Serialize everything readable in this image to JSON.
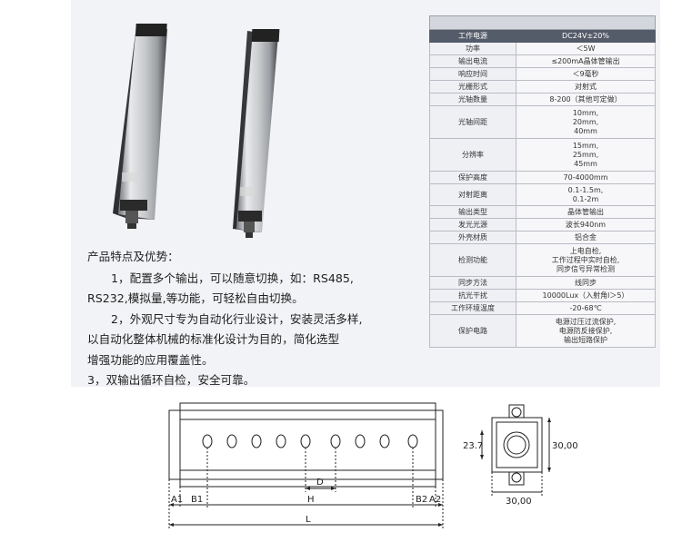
{
  "features": {
    "title": "产品特点及优势：",
    "lines": [
      "1，配置多个输出，可以随意切换，如：RS485,",
      "RS232,模拟量,等功能，可轻松自由切换。",
      "2，外观尺寸专为自动化行业设计，安装灵活多样,",
      "以自动化整体机械的标准化设计为目的，简化选型",
      "增强功能的应用覆盖性。",
      "3，双输出循环自检，安全可靠。"
    ]
  },
  "spec_table": [
    {
      "key": "工作电源",
      "value": "DC24V±20%",
      "style": "dark"
    },
    {
      "key": "功率",
      "value": "＜5W"
    },
    {
      "key": "输出电流",
      "value": "≤200mA晶体管输出"
    },
    {
      "key": "响应时间",
      "value": "＜9毫秒"
    },
    {
      "key": "光栅形式",
      "value": "对射式"
    },
    {
      "key": "光轴数量",
      "value": "8-200（其他可定做）"
    },
    {
      "key": "光轴间距",
      "value": "10mm,\n20mm,\n40mm"
    },
    {
      "key": "分辨率",
      "value": "15mm,\n25mm,\n45mm"
    },
    {
      "key": "保护高度",
      "value": "70-4000mm"
    },
    {
      "key": "对射距离",
      "value": "0.1-1.5m,\n0.1-2m"
    },
    {
      "key": "输出类型",
      "value": "晶体管输出"
    },
    {
      "key": "发光光源",
      "value": "波长940nm"
    },
    {
      "key": "外壳材质",
      "value": "铝合金"
    },
    {
      "key": "检测功能",
      "value": "上电自检,\n工作过程中实时自检,\n同步信号异常检测"
    },
    {
      "key": "同步方法",
      "value": "线同步"
    },
    {
      "key": "抗光干扰",
      "value": "10000Lux（入射角l＞5）"
    },
    {
      "key": "工作环境温度",
      "value": "-20-68℃"
    },
    {
      "key": "保护电路",
      "value": "电源过压过流保护,\n电源防反接保护,\n输出短路保护"
    }
  ],
  "drawing": {
    "labels": {
      "a1": "A1",
      "b1": "B1",
      "d": "D",
      "h": "H",
      "b2": "B2",
      "a2": "A2",
      "l": "L",
      "height_237": "23.7",
      "height_30": "30,00",
      "width_30": "30,00"
    }
  }
}
